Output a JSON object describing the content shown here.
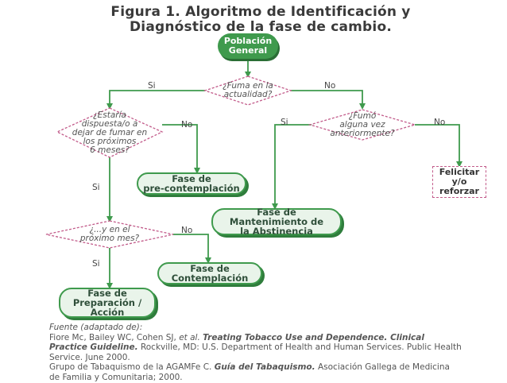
{
  "title": {
    "line1": "Figura 1. Algoritmo de Identificación y",
    "line2": "Diagnóstico de la fase de cambio."
  },
  "nodes": {
    "poblacion": [
      "Población",
      "General"
    ],
    "fuma": [
      "¿Fuma en la",
      "actualidad?"
    ],
    "estaria": [
      "¿Estaría",
      "dispuesta/o a",
      "dejar de fumar en",
      "los próximos",
      "6 meses?"
    ],
    "fumo": [
      "¿Fumó",
      "alguna vez",
      "anteriormente?"
    ],
    "precontemplacion": [
      "Fase de",
      "pre-contemplación"
    ],
    "mantenimiento": [
      "Fase de",
      "Mantenimiento de",
      "la Abstinencia"
    ],
    "felicitar": [
      "Felicitar",
      "y/o",
      "reforzar"
    ],
    "proximo_mes": [
      "¿...y en el",
      "próximo mes?"
    ],
    "contemplacion": [
      "Fase de",
      "Contemplación"
    ],
    "preparacion": [
      "Fase de",
      "Preparación /",
      "Acción"
    ]
  },
  "labels": {
    "si_fuma": "Si",
    "no_fuma": "No",
    "no_estaria": "No",
    "si_estaria": "Si",
    "si_fumo": "Si",
    "no_fumo": "No",
    "no_mes": "No",
    "si_mes": "Si"
  },
  "source": {
    "heading": "Fuente (adaptado de):",
    "ref1_authors": "Fiore Mc, Bailey WC, Cohen SJ,",
    "ref1_etal": "et al.",
    "ref1_title": "Treating Tobacco Use and Dependence. Clinical Practice Guideline.",
    "ref1_rest": "Rockville, MD: U.S. Department of Health and Human Services. Public Health Service. June 2000.",
    "ref2_authors": "Grupo de Tabaquismo de la AGAMFe C.",
    "ref2_title": "Guía del Tabaquismo.",
    "ref2_rest": "Asociación Gallega de Medicina de Familia y Comunitaria; 2000."
  }
}
